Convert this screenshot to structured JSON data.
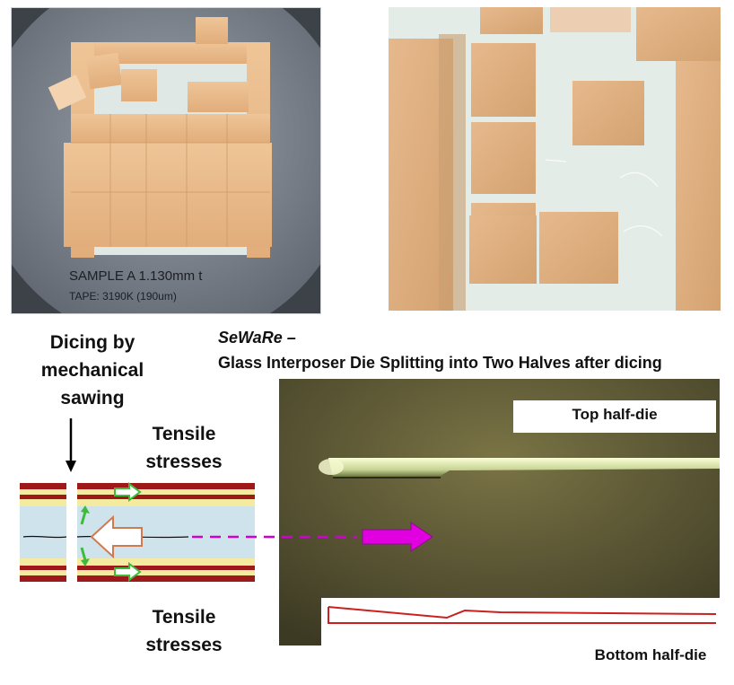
{
  "photos": {
    "left_note_line1": "SAMPLE A   1.130mm t",
    "left_note_line2": "TAPE: 3190K   (190um)"
  },
  "diagram": {
    "dicing_label": "Dicing by mechanical sawing",
    "tensile_top_label": "Tensile stresses",
    "tensile_bottom_label": "Tensile stresses"
  },
  "micrograph": {
    "title_line1": "SeWaRe –",
    "title_line2": "Glass Interposer Die Splitting into Two Halves after dicing",
    "top_label": "Top half-die",
    "bottom_label": "Bottom half-die"
  },
  "colors": {
    "tape": "#e8b98c",
    "glass": "#dfe8e4",
    "layer_red": "#9e1a1a",
    "layer_yellow": "#f4eaa0",
    "core_blue": "#cfe3ec",
    "arrow_green": "#3dbb3d",
    "arrow_magenta": "#e000e0",
    "profile_red": "#cc2020",
    "micro_bg": "#5a5530"
  }
}
